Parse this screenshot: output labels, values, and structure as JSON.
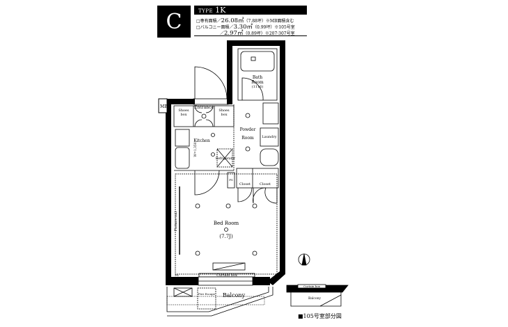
{
  "header": {
    "type_letter": "C",
    "type_prefix": "TYPE",
    "type_name": "1K",
    "areas": [
      {
        "label": "□専有面積／",
        "value": "26.08㎡",
        "note": "（7.88坪）※MB面積含む"
      },
      {
        "label": "□バルコニー面積／",
        "value": "3.30㎡",
        "note": "（0.99坪）※105号室"
      },
      {
        "label": "／",
        "value": "2.97㎡",
        "note": "（0.89坪）※207·307号室"
      }
    ]
  },
  "rooms": {
    "bath": "Bath",
    "bath2": "Room",
    "bath_size": "(1116)",
    "entrance": "Entrance",
    "shoes_left": "Shoes",
    "shoes_left2": "box",
    "shoes_right": "Shoes",
    "shoes_right2": "box",
    "mb": "MB",
    "kitchen": "Kitchen",
    "powder": "Powder",
    "powder2": "Room",
    "laundry": "Laundry",
    "refrigerator": "Refrigerator",
    "w_dim": "W=1,350",
    "ps": "PS",
    "closet1": "Closet",
    "closet2": "Closet",
    "picture_rail": "Picture rail",
    "bedroom": "Bed Room",
    "bedroom_size": "(7.7J)",
    "curtain_box": "Curtain box",
    "balcony": "Balcony",
    "fire_escape": "Fire Escape",
    "ps2": "PS"
  },
  "partial": {
    "curtain_box": "Curtain box",
    "balcony": "Balcony",
    "label": "■105号室部分図"
  }
}
